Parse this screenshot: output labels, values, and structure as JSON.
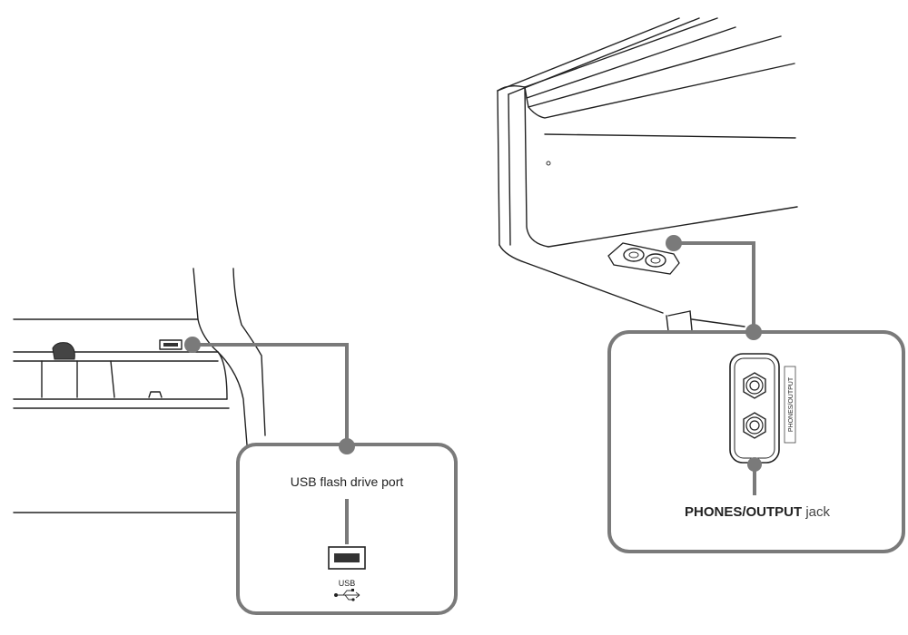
{
  "callouts": {
    "usb": {
      "title": "USB flash drive port",
      "icon_text": "USB"
    },
    "phones": {
      "label_bold": "PHONES/OUTPUT",
      "label_rest": " jack",
      "panel_text": "PHONES/OUTPUT"
    }
  },
  "colors": {
    "callout": "#7a7a7a",
    "linework": "#222222",
    "background": "#ffffff"
  }
}
